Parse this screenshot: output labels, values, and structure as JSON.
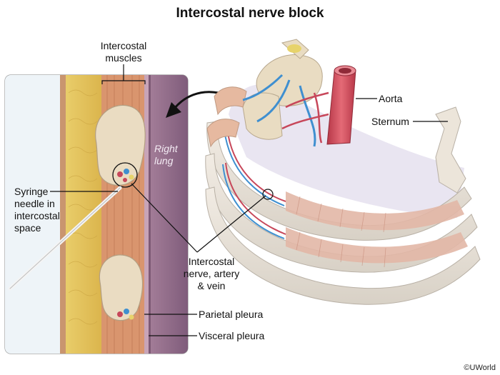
{
  "title": "Intercostal nerve block",
  "labels": {
    "intercostal_muscles": [
      "Intercostal",
      "muscles"
    ],
    "right_lung": [
      "Right",
      "lung"
    ],
    "syringe": [
      "Syringe",
      "needle in",
      "intercostal",
      "space"
    ],
    "aorta": "Aorta",
    "sternum": "Sternum",
    "nerve_artery_vein": [
      "Intercostal",
      "nerve, artery",
      "& vein"
    ],
    "parietal_pleura": "Parietal pleura",
    "visceral_pleura": "Visceral pleura"
  },
  "copyright": "©UWorld",
  "colors": {
    "skin": "#eef4f8",
    "fat": "#e8c65a",
    "muscle": "#d9956e",
    "bone": "#eadcc2",
    "pleura": "#a77b92",
    "lung": "#8f6a88",
    "artery": "#c7475a",
    "vein": "#3f8fd0",
    "nerve": "#e7d36b",
    "aorta": "#cf4b59"
  }
}
